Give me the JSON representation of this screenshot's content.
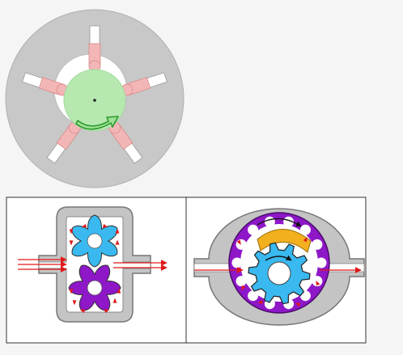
{
  "figure": {
    "background": "#f5f5f5",
    "panels": [
      {
        "id": "radial-piston-pump",
        "kind": "radial piston pump"
      },
      {
        "id": "external-gear-pump",
        "kind": "external gear pump"
      },
      {
        "id": "internal-gear-pump",
        "kind": "internal gear pump"
      }
    ]
  },
  "colors": {
    "housing": "#c8c8c8",
    "housing_stroke": "#8a8a8a",
    "piston": "#f3b6b6",
    "piston_stroke": "#d98a8a",
    "rotor": "#b6e8b0",
    "rotor_arrow": "#33aa33",
    "gear_blue": "#39b9f0",
    "gear_purple": "#8e17c8",
    "flow_arrow": "#e01818",
    "crescent": "#f2b01e",
    "white": "#ffffff",
    "border": "#333333"
  },
  "icons": {
    "rotation": "curved-arrow-icon",
    "flow": "arrow-right-icon"
  }
}
